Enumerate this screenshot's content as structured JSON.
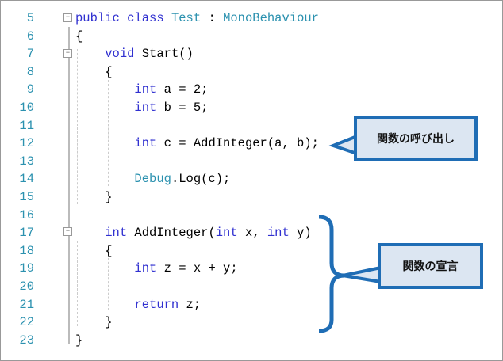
{
  "lines": [
    {
      "n": "5",
      "tokens": [
        [
          "kw",
          "public"
        ],
        [
          "",
          ""
        ],
        [
          "kw",
          " class "
        ],
        [
          "ty",
          "Test"
        ],
        [
          "",
          " : "
        ],
        [
          "ty",
          "MonoBehaviour"
        ]
      ]
    },
    {
      "n": "6",
      "tokens": [
        [
          "",
          "{"
        ]
      ]
    },
    {
      "n": "7",
      "tokens": [
        [
          "",
          "    "
        ],
        [
          "kw",
          "void"
        ],
        [
          "",
          " Start()"
        ]
      ]
    },
    {
      "n": "8",
      "tokens": [
        [
          "",
          "    {"
        ]
      ]
    },
    {
      "n": "9",
      "tokens": [
        [
          "",
          "        "
        ],
        [
          "kw",
          "int"
        ],
        [
          "",
          " a = 2;"
        ]
      ]
    },
    {
      "n": "10",
      "tokens": [
        [
          "",
          "        "
        ],
        [
          "kw",
          "int"
        ],
        [
          "",
          " b = 5;"
        ]
      ]
    },
    {
      "n": "11",
      "tokens": []
    },
    {
      "n": "12",
      "tokens": [
        [
          "",
          "        "
        ],
        [
          "kw",
          "int"
        ],
        [
          "",
          " c = AddInteger(a, b);"
        ]
      ]
    },
    {
      "n": "13",
      "tokens": []
    },
    {
      "n": "14",
      "tokens": [
        [
          "",
          "        "
        ],
        [
          "ty",
          "Debug"
        ],
        [
          "",
          ".Log(c);"
        ]
      ]
    },
    {
      "n": "15",
      "tokens": [
        [
          "",
          "    }"
        ]
      ]
    },
    {
      "n": "16",
      "tokens": []
    },
    {
      "n": "17",
      "tokens": [
        [
          "",
          "    "
        ],
        [
          "kw",
          "int"
        ],
        [
          "",
          " AddInteger("
        ],
        [
          "kw",
          "int"
        ],
        [
          "",
          " x, "
        ],
        [
          "kw",
          "int"
        ],
        [
          "",
          " y)"
        ]
      ]
    },
    {
      "n": "18",
      "tokens": [
        [
          "",
          "    {"
        ]
      ]
    },
    {
      "n": "19",
      "tokens": [
        [
          "",
          "        "
        ],
        [
          "kw",
          "int"
        ],
        [
          "",
          " z = x + y;"
        ]
      ]
    },
    {
      "n": "20",
      "tokens": []
    },
    {
      "n": "21",
      "tokens": [
        [
          "",
          "        "
        ],
        [
          "kw",
          "return"
        ],
        [
          "",
          " z;"
        ]
      ]
    },
    {
      "n": "22",
      "tokens": [
        [
          "",
          "    }"
        ]
      ]
    },
    {
      "n": "23",
      "tokens": [
        [
          "",
          "}"
        ]
      ]
    }
  ],
  "callouts": {
    "call": "関数の呼び出し",
    "declare": "関数の宣言"
  },
  "colors": {
    "accent": "#1f6db5",
    "fill": "#dce6f2",
    "keyword": "#3030d0",
    "type": "#2b91af"
  }
}
